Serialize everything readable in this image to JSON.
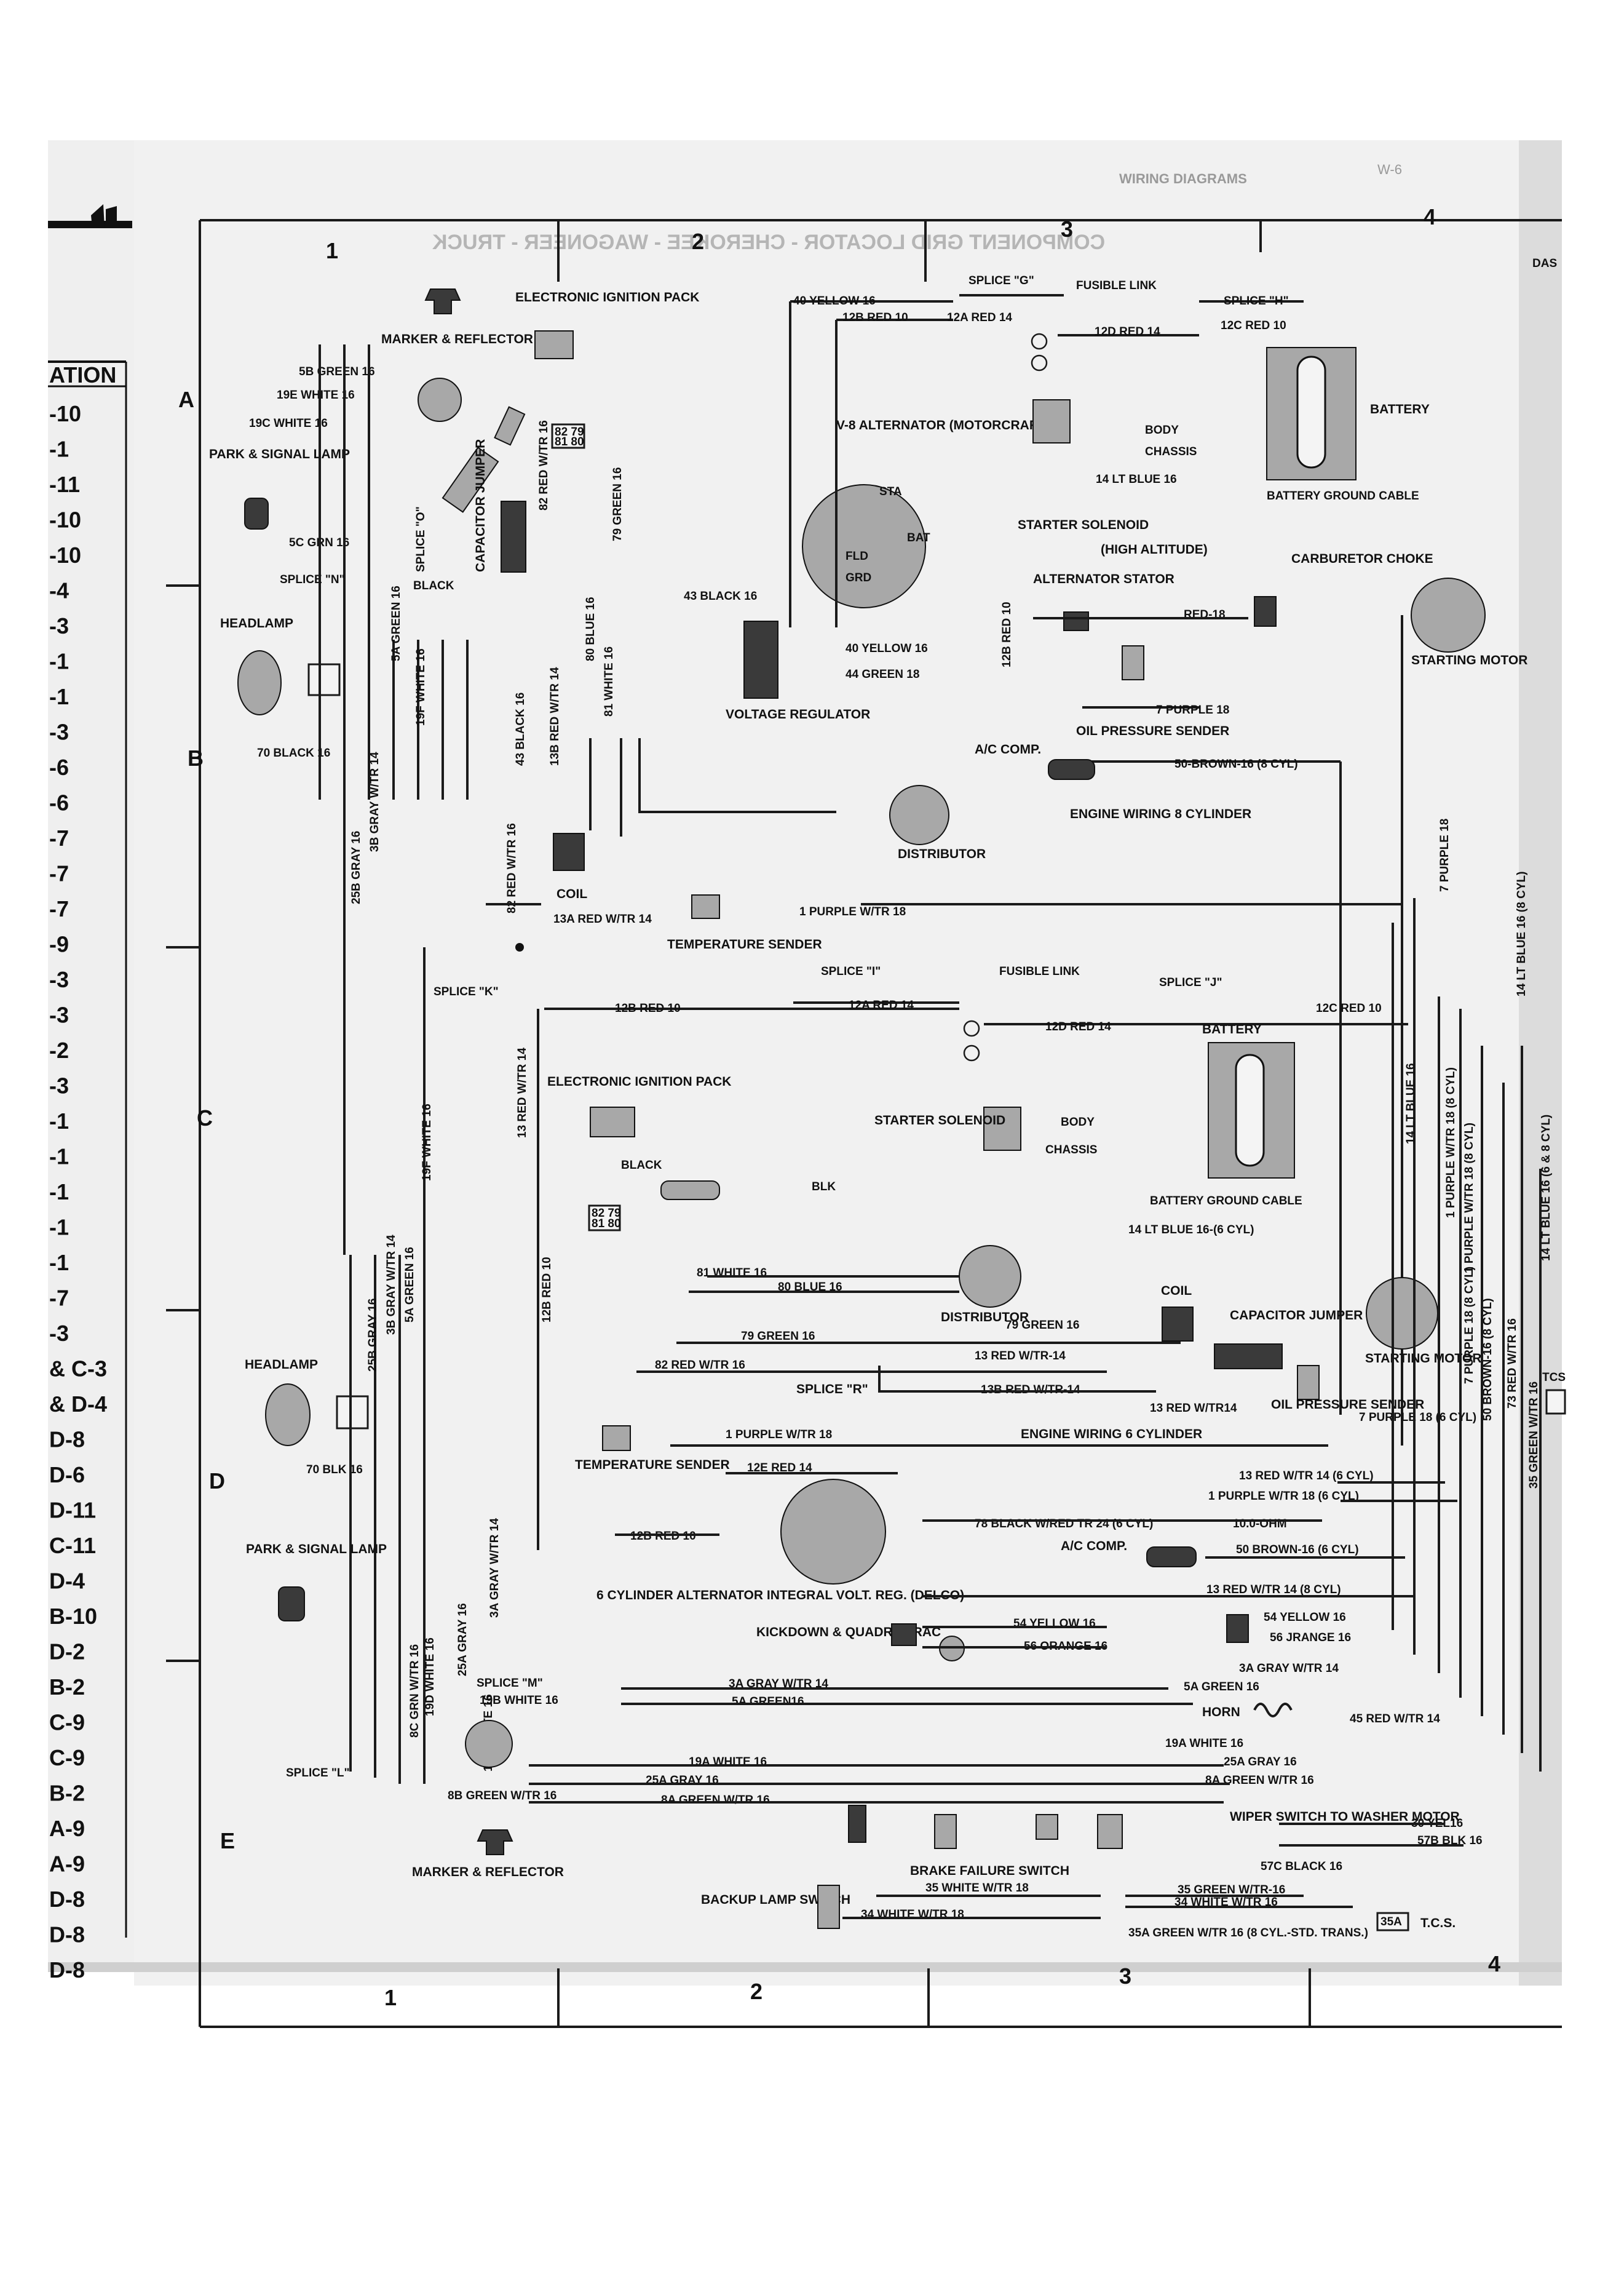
{
  "sidebar": {
    "header": "ATION",
    "items": [
      "-10",
      "-1",
      "-11",
      "-10",
      "-10",
      "-4",
      "-3",
      "-1",
      "-1",
      "-3",
      "-6",
      "-6",
      "-7",
      "-7",
      "-7",
      "-9",
      "-3",
      "-3",
      "-2",
      "-3",
      "-1",
      "-1",
      "-1",
      "-1",
      "-1",
      "-7",
      "-3",
      "& C-3",
      "& D-4",
      "D-8",
      "D-6",
      "D-11",
      "C-11",
      "D-4",
      "B-10",
      "D-2",
      "B-2",
      "C-9",
      "C-9",
      "B-2",
      "A-9",
      "A-9",
      "D-8",
      "D-8",
      "D-8"
    ]
  },
  "header": {
    "page_ref": "W-6",
    "section": "WIRING DIAGRAMS",
    "mirrored_title": "COMPONENT GRID LOCATOR - CHEROKEE - WAGONEER - TRUCK",
    "dash_label": "DAS"
  },
  "grid": {
    "columns": [
      "1",
      "2",
      "3",
      "4"
    ],
    "rows": [
      "A",
      "B",
      "C",
      "D",
      "E"
    ]
  },
  "components": {
    "marker_reflector_top": "MARKER & REFLECTOR",
    "electronic_ignition_pack_top": "ELECTRONIC IGNITION PACK",
    "park_signal_lamp_top": "PARK & SIGNAL LAMP",
    "splice_n": "SPLICE \"N\"",
    "splice_o": "SPLICE \"O\"",
    "capacitor_jumper_top": "CAPACITOR JUMPER",
    "black_ground": "BLACK",
    "headlamp_top": "HEADLAMP",
    "v8_alternator": "V-8 ALTERNATOR (MOTORCRAFT)",
    "voltage_regulator": "VOLTAGE REGULATOR",
    "starter_solenoid_top": "STARTER SOLENOID",
    "battery_top": "BATTERY",
    "body": "BODY",
    "chassis": "CHASSIS",
    "battery_ground_cable_top": "BATTERY GROUND CABLE",
    "high_altitude": "(HIGH ALTITUDE)",
    "alternator_stator": "ALTERNATOR STATOR",
    "carburetor_choke": "CARBURETOR CHOKE",
    "starting_motor_top": "STARTING MOTOR",
    "oil_pressure_sender_top": "OIL PRESSURE SENDER",
    "ac_comp_top": "A/C COMP.",
    "engine_wiring_8": "ENGINE WIRING 8 CYLINDER",
    "distributor_top": "DISTRIBUTOR",
    "coil_top": "COIL",
    "temp_sender_top": "TEMPERATURE SENDER",
    "splice_k": "SPLICE \"K\"",
    "splice_i": "SPLICE \"I\"",
    "fusible_link_mid": "FUSIBLE LINK",
    "splice_j": "SPLICE \"J\"",
    "battery_mid": "BATTERY",
    "electronic_ignition_pack_mid": "ELECTRONIC IGNITION PACK",
    "black_mid": "BLACK",
    "starter_solenoid_mid": "STARTER SOLENOID",
    "battery_ground_cable_mid": "BATTERY GROUND CABLE",
    "distributor_mid": "DISTRIBUTOR",
    "coil_mid": "COIL",
    "capacitor_jumper_mid": "CAPACITOR JUMPER",
    "starting_motor_mid": "STARTING MOTOR",
    "oil_pressure_sender_mid": "OIL PRESSURE SENDER",
    "engine_wiring_6": "ENGINE WIRING 6 CYLINDER",
    "splice_r": "SPLICE \"R\"",
    "headlamp_bottom": "HEADLAMP",
    "temp_sender_bottom": "TEMPERATURE SENDER",
    "ac_comp_bottom": "A/C COMP.",
    "alternator_6cyl": "6 CYLINDER ALTERNATOR INTEGRAL VOLT. REG. (DELCO)",
    "park_signal_lamp_bottom": "PARK & SIGNAL LAMP",
    "kickdown": "KICKDOWN & QUADRA TRAC",
    "splice_m": "SPLICE \"M\"",
    "splice_l": "SPLICE \"L\"",
    "horn": "HORN",
    "wiper_switch": "WIPER SWITCH TO WASHER MOTOR",
    "marker_reflector_bottom": "MARKER & REFLECTOR",
    "brake_failure_switch": "BRAKE FAILURE SWITCH",
    "backup_lamp_switch": "BACKUP LAMP SWITCH",
    "tcs": "T.C.S.",
    "tcs_box": "TCS",
    "resistor": "10.0-OHM"
  },
  "wires": {
    "w40_yellow16": "40 YELLOW 16",
    "splice_g": "SPLICE \"G\"",
    "fusible_link_top": "FUSIBLE LINK",
    "splice_h": "SPLICE \"H\"",
    "w12b_red10_top": "12B RED 10",
    "w12a_red14_top": "12A RED 14",
    "w12d_red14_top": "12D RED 14",
    "w12c_red10_top": "12C RED 10",
    "w14_ltblue16_top": "14 LT BLUE 16",
    "w5b_green16": "5B GREEN 16",
    "w19e_white16": "19E WHITE 16",
    "w19c_white16": "19C WHITE 16",
    "w5c_grn16": "5C GRN 16",
    "w43_black16": "43 BLACK 16",
    "w40_yellow16_reg": "40 YELLOW 16",
    "w44_green18": "44 GREEN 18",
    "w12b_red10_v": "12B RED 10",
    "w82_red_wtr16": "82 RED W/TR 16",
    "w79_green16": "79 GREEN 16",
    "red18": "RED-18",
    "w7_purple18": "7 PURPLE 18",
    "w50_brown16_8": "50-BROWN-16 (8 CYL)",
    "w1_purple_wtr18": "1 PURPLE W/TR 18",
    "w5a_green16": "5A GREEN 16",
    "w19f_white16": "19F WHITE 16",
    "w3b_gray_wtr14": "3B GRAY W/TR 14",
    "w25b_gray16": "25B GRAY 16",
    "w13b_red_wtr14": "13B RED W/TR 14",
    "w80_blue16": "80 BLUE 16",
    "w81_white16": "81 WHITE 16",
    "w13a_red_wtr14": "13A RED W/TR 14",
    "w70_black16": "70 BLACK 16",
    "w12b_red10_mid": "12B RED 10",
    "w12a_red14_mid": "12A RED 14",
    "w12d_red14_mid": "12D RED 14",
    "w12c_red10_mid": "12C RED 10",
    "blk": "BLK",
    "w14_ltblue16_6": "14 LT BLUE 16-(6 CYL)",
    "w13_red_wtr14_v": "13 RED W/TR 14",
    "w12b_red10_v2": "12B RED 10",
    "w79_green16_mid": "79 GREEN 16",
    "w82_red_wtr16_mid": "82 RED W/TR 16",
    "w13_red_wtr14": "13 RED W/TR-14",
    "w13b_red_wtr14_mid": "13B RED W/TR-14",
    "w13_red_wtr14_b": "13 RED W/TR14",
    "w7_purple18_6": "7 PURPLE 18 (6 CYL)",
    "w1_purple_wtr18_mid": "1 PURPLE W/TR 18",
    "w12e_red14": "12E RED 14",
    "w12b_red10_b": "12B RED 10",
    "w13_red_wtr14_6": "13 RED W/TR 14 (6 CYL)",
    "w1_purple_wtr18_6": "1 PURPLE W/TR 18 (6 CYL)",
    "w78_black": "78 BLACK W/RED TR 24 (6 CYL)",
    "w50_brown16_6": "50 BROWN-16 (6 CYL)",
    "w13_red_wtr14_8": "13 RED W/TR 14 (8 CYL)",
    "w54_yellow16": "54 YELLOW 16",
    "w56_orange16": "56 ORANGE 16",
    "w54_yellow16_r": "54 YELLOW 16",
    "w56_orange16_r": "56 JRANGE 16",
    "w3a_gray_wtr14": "3A GRAY W/TR 14",
    "w5a_green16_b": "5A GREEN16",
    "w3a_gray_wtr14_r": "3A GRAY W/TR 14",
    "w5a_green16_r": "5A GREEN 16",
    "w45_red_wtr14": "45 RED W/TR 14",
    "w19a_white16": "19A WHITE 16",
    "w25a_gray16": "25A GRAY 16",
    "w8a_green_wtr16": "8A GREEN W/TR 16",
    "w19a_white16_r": "19A WHITE 16",
    "w25a_gray16_r": "25A GRAY 16",
    "w8a_green_wtr16_r": "8A GREEN W/TR 16",
    "w30_yel16": "30 YEL16",
    "w57b_blk16": "57B BLK 16",
    "w57c_black16": "57C BLACK 16",
    "w35_white_wtr18": "35 WHITE W/TR 18",
    "w34_white_wtr18": "34 WHITE W/TR 18",
    "w35_green_wtr16": "35 GREEN W/TR-16",
    "w34_white_wtr16": "34 WHITE W/TR 16",
    "w35a_green_wtr16": "35A GREEN W/TR 16 (8 CYL.-STD. TRANS.)",
    "w8c_grn_wtr16": "8C GRN W/TR 16",
    "w19d_white16": "19D WHITE 16",
    "w19b_white16": "19B WHITE 16",
    "w8b_green_wtr16": "8B GREEN W/TR 16",
    "w70_blk16": "70 BLK 16",
    "w25_gray16": "25B GRAY 16",
    "w3b_gray_wtr14_b": "3B GRAY W/TR 14",
    "w5a_green16_v": "5A GREEN 16",
    "w19f_white16_v": "19F WHITE 16",
    "w3a_gray_wtr14_v": "3A GRAY W/TR 14",
    "w25a_gray16_v": "25A GRAY 16",
    "w19f_white16_b": "19F WHITE 16",
    "w13_red_wtr14_lv": "13 RED W/TR 14",
    "w14_ltblue16_v": "14 LT BLUE 16",
    "w14_ltblue16_8": "14 LT BLUE 16 (8 CYL)",
    "w1_purple_wtr18_8": "1 PURPLE W/TR 18 (8 CYL)",
    "w7_purple18_8": "7 PURPLE 18 (8 CYL)",
    "w50_brown16_8v": "50 BROWN-16 (8 CYL)",
    "w73_red_wtr16": "73 RED W/TR 16",
    "w7_purple18_v": "7 PURPLE 18",
    "w1_purple_wtr18_v": "1 PURPLE W/TR 18 (8 CYL)",
    "w35_green_wtr16_v": "35 GREEN W/TR 16",
    "w14_ltblue16_68": "14 LT BLUE 16 (6 & 8 CYL)"
  }
}
